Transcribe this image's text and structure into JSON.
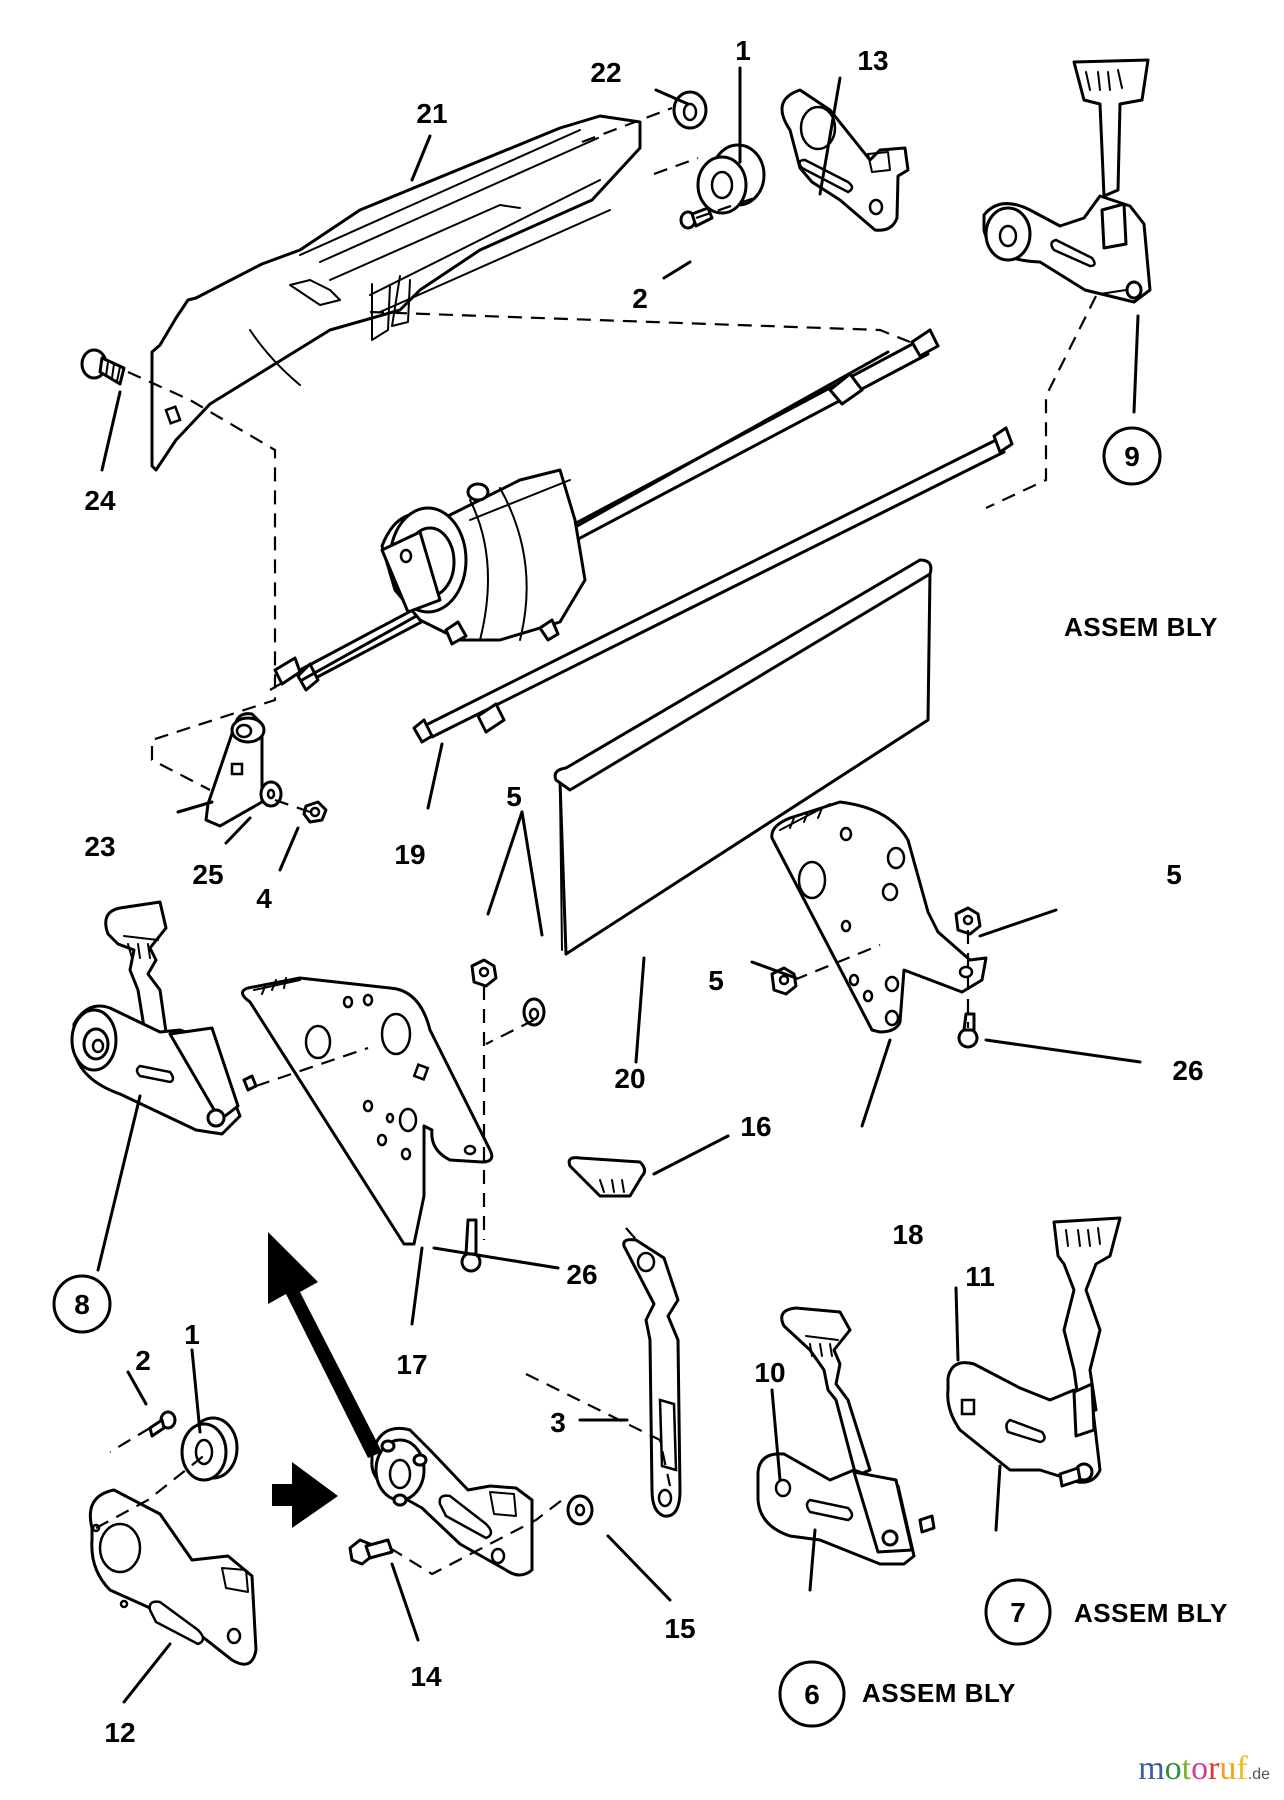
{
  "diagram": {
    "title": "Exploded parts diagram - drive shaft, transmission and control lever assemblies",
    "part_labels": {
      "p1_top": "1",
      "p1_bottom": "1",
      "p2_top": "2",
      "p2_bottom": "2",
      "p3": "3",
      "p4": "4",
      "p5_pair": "5",
      "p5_left": "5",
      "p5_right": "5",
      "p10": "10",
      "p11": "11",
      "p12": "12",
      "p13": "13",
      "p14": "14",
      "p15": "15",
      "p16": "16",
      "p17": "17",
      "p18": "18",
      "p19": "19",
      "p20": "20",
      "p21": "21",
      "p22": "22",
      "p23": "23",
      "p24": "24",
      "p25": "25",
      "p26_left": "26",
      "p26_right": "26"
    },
    "assemblies": [
      {
        "number": "9",
        "text": "ASSEM BLY"
      },
      {
        "number": "8",
        "text": ""
      },
      {
        "number": "7",
        "text": "ASSEM BLY"
      },
      {
        "number": "6",
        "text": "ASSEM BLY"
      }
    ],
    "watermark": {
      "letters": [
        "m",
        "o",
        "t",
        "o",
        "r",
        "u",
        "f"
      ],
      "colors": [
        "#3a5fa8",
        "#2f8f3a",
        "#7fb32e",
        "#d63b8f",
        "#e0362b",
        "#f0a21a",
        "#e6c21a"
      ],
      "tld": ".de"
    }
  }
}
